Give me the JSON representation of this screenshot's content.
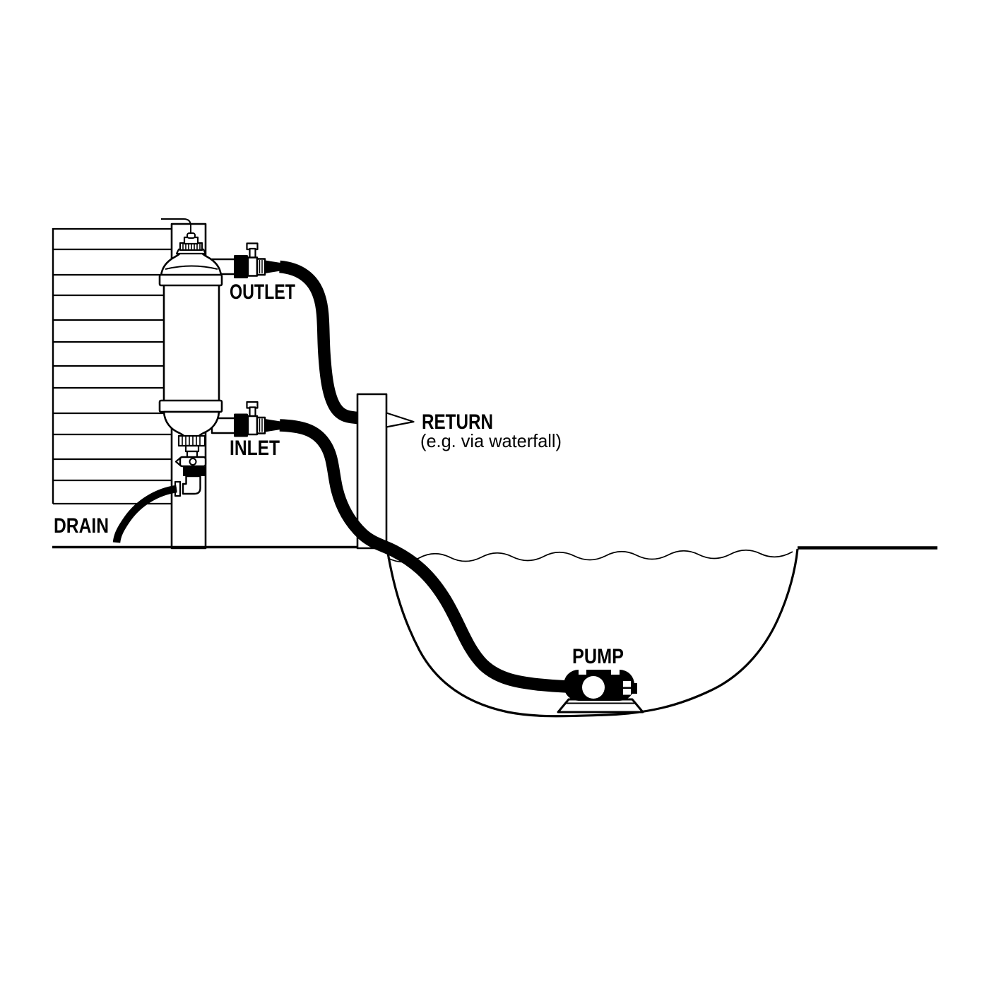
{
  "colors": {
    "line": "#000000",
    "background": "#ffffff",
    "hose": "#000000"
  },
  "labels": {
    "outlet": "OUTLET",
    "inlet": "INLET",
    "drain": "DRAIN",
    "return_title": "RETURN",
    "return_note": "(e.g. via waterfall)",
    "pump": "PUMP"
  }
}
